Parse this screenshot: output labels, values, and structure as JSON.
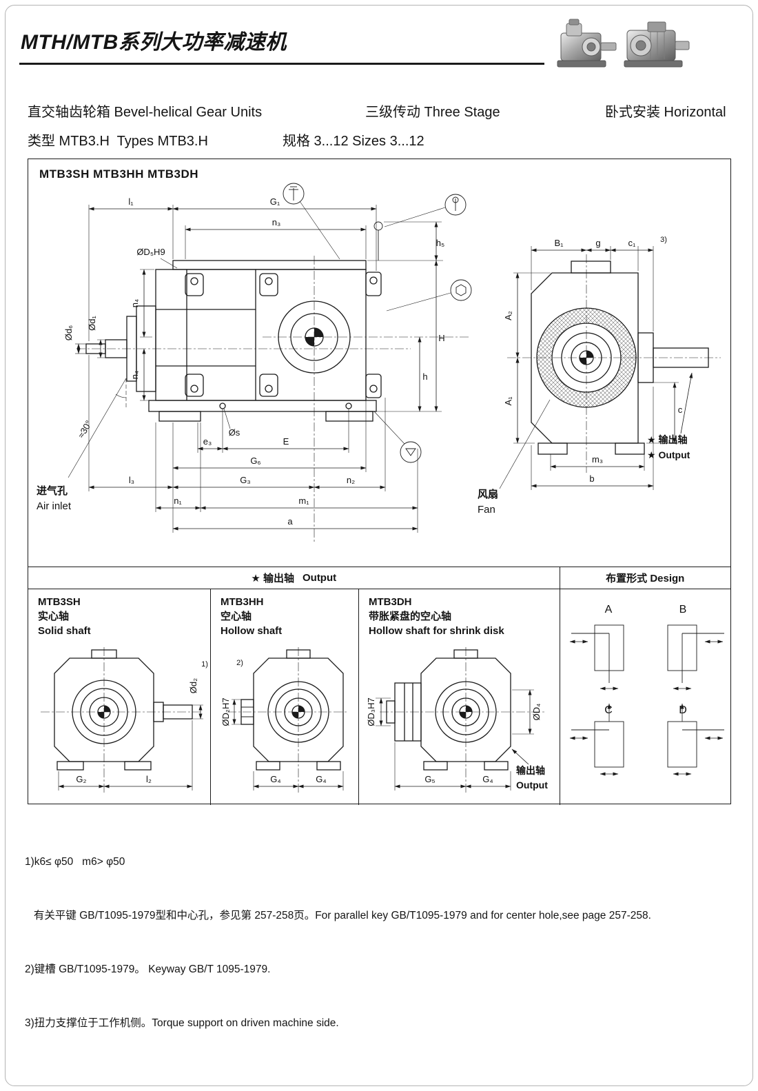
{
  "header": {
    "title": "MTH/MTB系列大功率减速机"
  },
  "intro": {
    "line1_a": "直交轴齿轮箱 Bevel-helical Gear Units",
    "line1_b": "三级传动 Three Stage",
    "line1_c": "卧式安装 Horizontal",
    "line2_a": "类型 MTB3.H  Types MTB3.H",
    "line2_b": "规格 3...12 Sizes 3...12"
  },
  "figure": {
    "models": "MTB3SH MTB3HH MTB3DH",
    "labels": {
      "air_inlet_cn": "进气孔",
      "air_inlet_en": "Air inlet",
      "fan_cn": "风扇",
      "fan_en": "Fan",
      "output_cn": "★ 输出轴",
      "output_en": "★ Output",
      "angle": "≈30°",
      "note3_marker": "3)"
    },
    "dims_main": {
      "l1": "l₁",
      "G1": "G₁",
      "n3": "n₃",
      "h5": "h₅",
      "D5H9": "ØD₅H9",
      "n4_upper": "n₄",
      "n4_lower": "n₄",
      "d1": "Ød₁",
      "d6": "Ød₆",
      "s": "Øs",
      "e3": "e₃",
      "E": "E",
      "G6": "G₆",
      "l3": "l₃",
      "G3": "G₃",
      "n2": "n₂",
      "n1": "n₁",
      "m1": "m₁",
      "a": "a",
      "H": "H",
      "h": "h"
    },
    "dims_end": {
      "B1": "B₁",
      "g": "g",
      "c1": "c₁",
      "A2": "A₂",
      "A1": "A₁",
      "c": "c",
      "m3": "m₃",
      "b": "b"
    }
  },
  "output_section": {
    "header_cn": "★ 输出轴",
    "header_en": "Output",
    "design_header": "布置形式 Design",
    "panels": [
      {
        "model": "MTB3SH",
        "cn": "实心轴",
        "en": "Solid shaft",
        "dims": {
          "d2": "Ød₂",
          "note1": "1)",
          "G2": "G₂",
          "l2": "l₂"
        }
      },
      {
        "model": "MTB3HH",
        "cn": "空心轴",
        "en": "Hollow shaft",
        "dims": {
          "note2": "2)",
          "D2H7": "ØD₂H7",
          "G4a": "G₄",
          "G4b": "G₄"
        }
      },
      {
        "model": "MTB3DH",
        "cn": "带胀紧盘的空心轴",
        "en": "Hollow shaft for shrink disk",
        "dims": {
          "D3H7": "ØD₃H7",
          "D4": "ØD₄",
          "G5": "G₅",
          "G4": "G₄"
        },
        "out_cn": "输出轴",
        "out_en": "Output"
      }
    ],
    "designs": {
      "a": "A",
      "b": "B",
      "c": "C",
      "d": "D"
    }
  },
  "notes": [
    "1)k6≤ φ50   m6> φ50",
    "   有关平键 GB/T1095-1979型和中心孔，参见第 257-258页。For parallel key GB/T1095-1979 and for center hole,see page 257-258.",
    "2)键槽 GB/T1095-1979。 Keyway GB/T 1095-1979.",
    "3)扭力支撑位于工作机侧。Torque support on driven machine side."
  ]
}
